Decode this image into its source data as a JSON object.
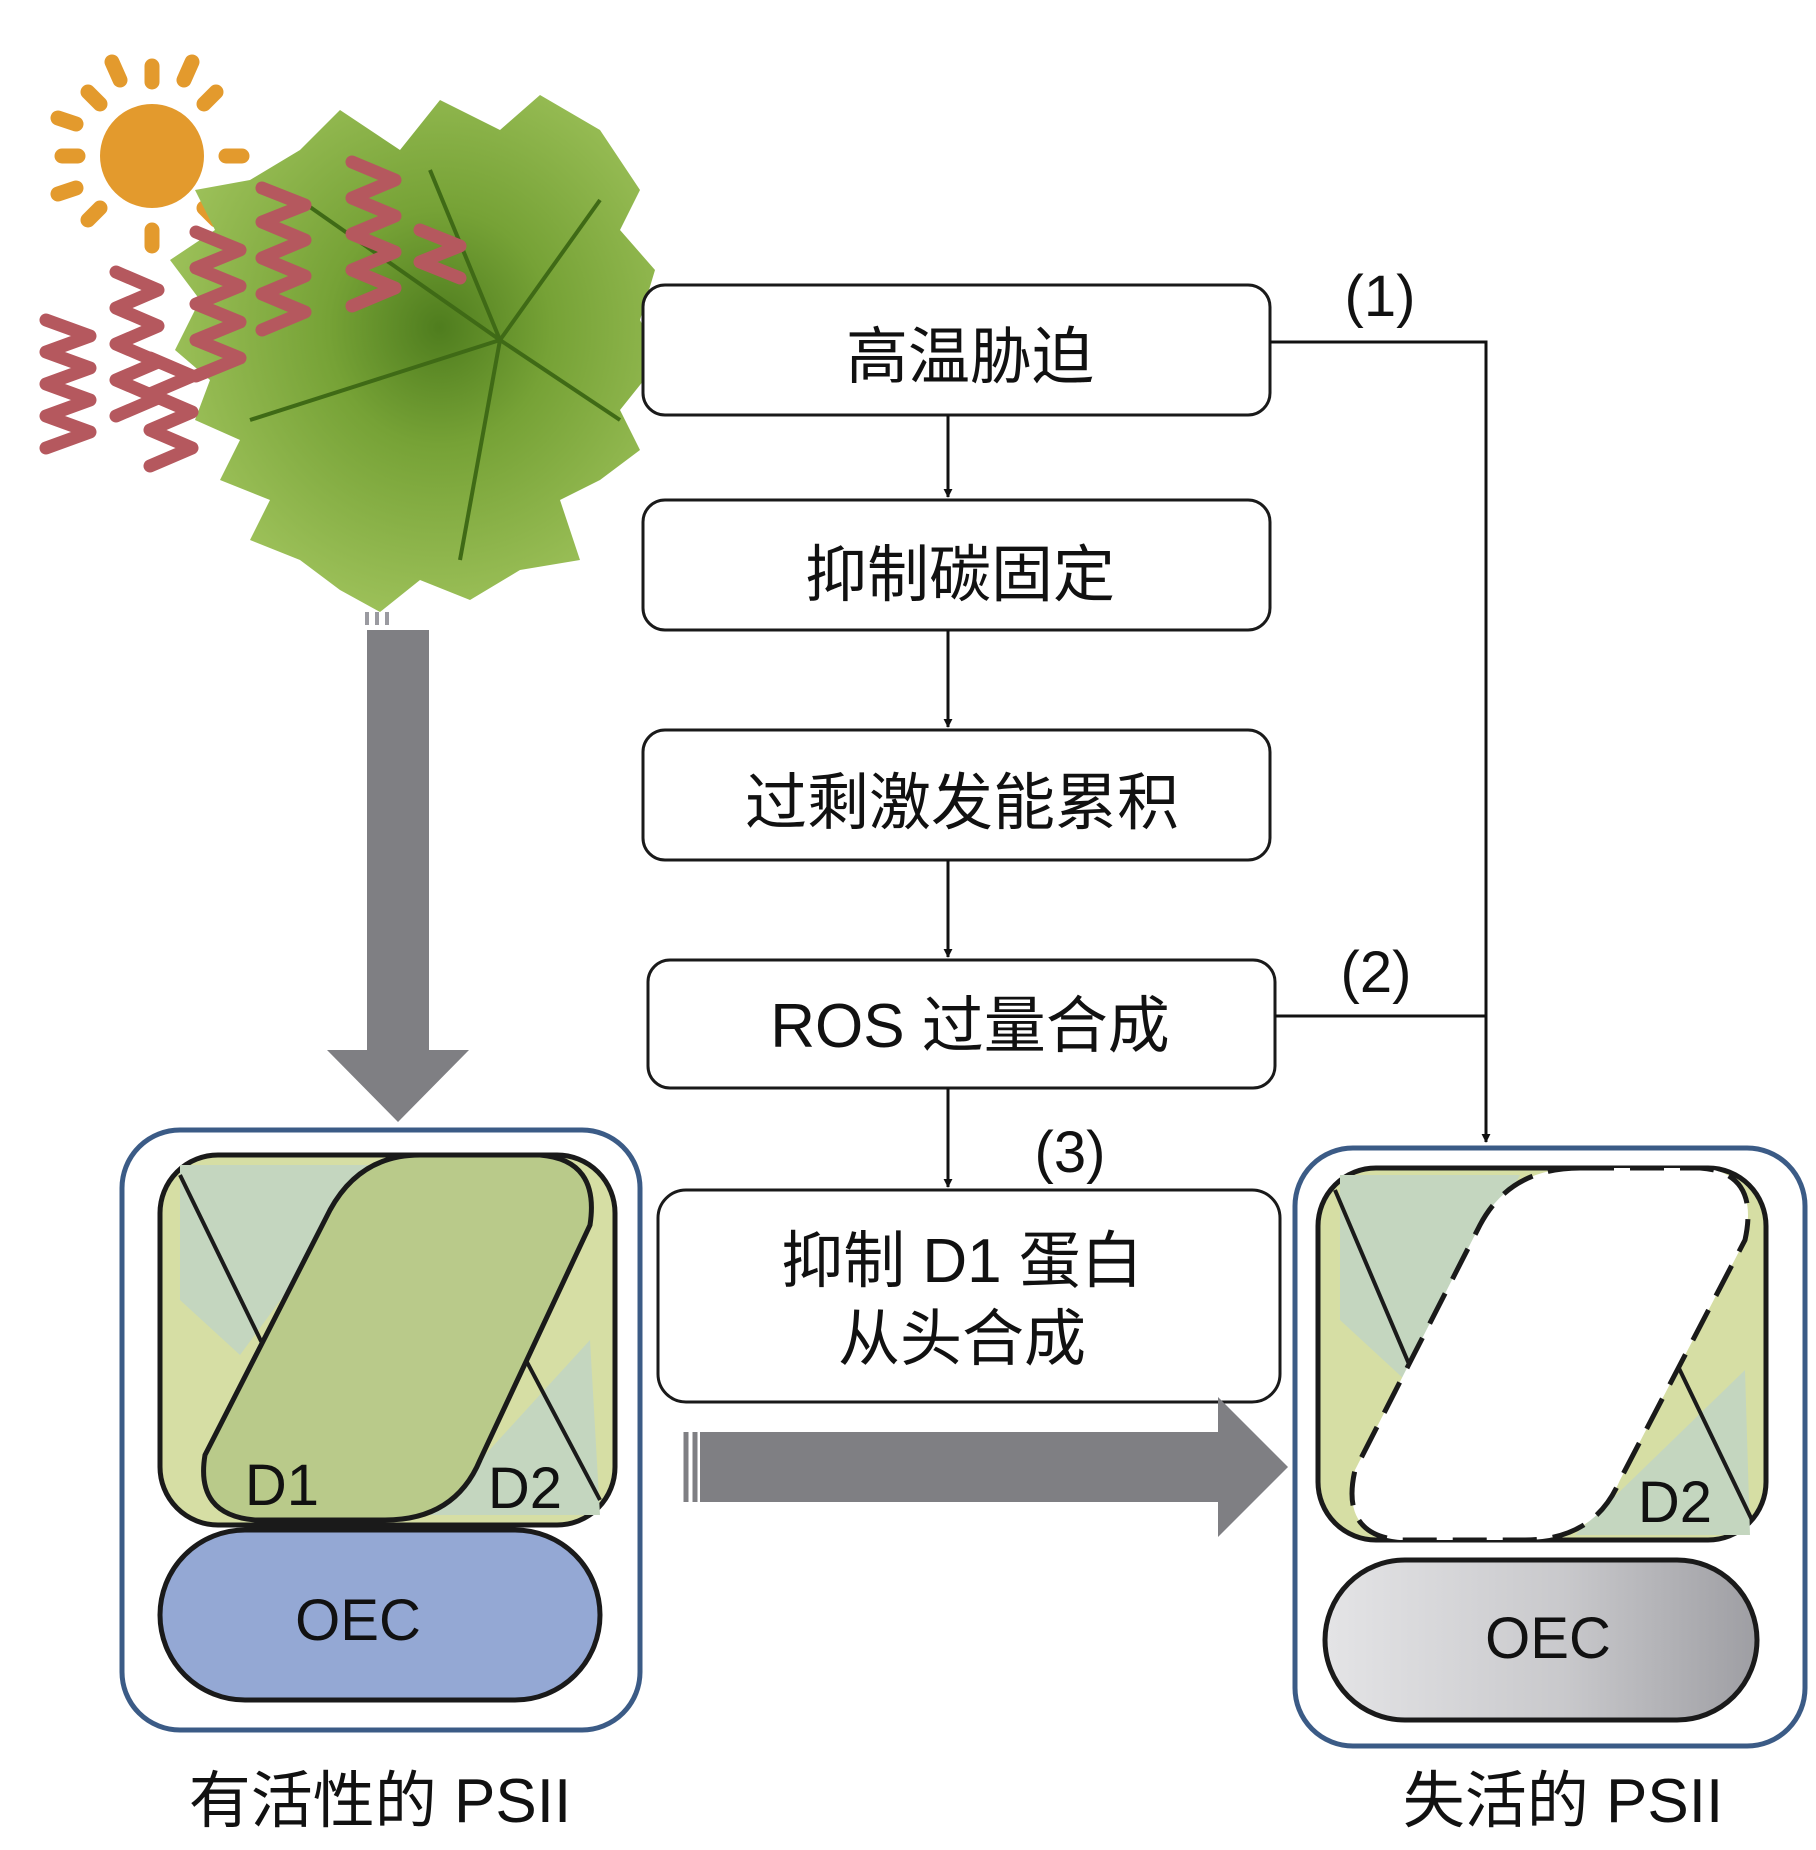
{
  "flow": {
    "step1": "高温胁迫",
    "step2": "抑制碳固定",
    "step3": "过剩激发能累积",
    "step4": "ROS 过量合成",
    "step5_line1": "抑制 D1 蛋白",
    "step5_line2": "从头合成"
  },
  "pathways": {
    "p1": "(1)",
    "p2": "(2)",
    "p3": "(3)"
  },
  "active_psii": {
    "d1": "D1",
    "d2": "D2",
    "oec": "OEC",
    "caption": "有活性的 PSII"
  },
  "inactive_psii": {
    "d2": "D2",
    "oec": "OEC",
    "caption": "失活的 PSII"
  },
  "icons": {
    "sun": "sun-icon",
    "heat": "heat-wave-icon",
    "leaf": "grape-leaf-icon"
  },
  "colors": {
    "sun": "#E39A2D",
    "heat": "#B5585E",
    "leaf": "#7DAA3A",
    "leaf_dark": "#4F7D1E",
    "frame": "#3B5B86",
    "d1": "#B9CA8A",
    "d2": "#C4D6BF",
    "side": "#D6DEA4",
    "oec_active": "#94A8D4",
    "oec_inactive": "#C6C6C9",
    "gray_arrow": "#7F7F83"
  }
}
